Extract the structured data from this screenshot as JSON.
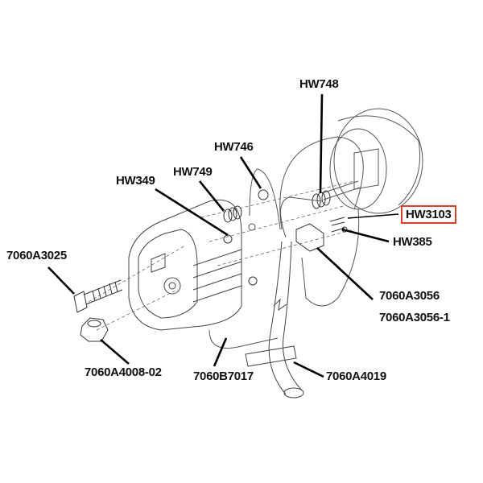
{
  "labels": {
    "hw748": "HW748",
    "hw746": "HW746",
    "hw749": "HW749",
    "hw349": "HW349",
    "hw3103": "HW3103",
    "hw385": "HW385",
    "p7060a3025": "7060A3025",
    "p7060a3056": "7060A3056",
    "p7060a3056_1": "7060A3056-1",
    "p7060a4008_02": "7060A4008-02",
    "p7060b7017": "7060B7017",
    "p7060a4019": "7060A4019"
  },
  "highlight_color": "#d9412b"
}
